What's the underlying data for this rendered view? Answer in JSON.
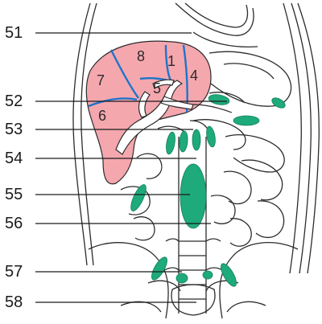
{
  "colors": {
    "liver": "#f5a7ae",
    "segment_line": "#1f74c9",
    "lymph_node": "#1eaa7a",
    "outline": "#2b2b2b"
  },
  "callouts": [
    "51",
    "52",
    "53",
    "54",
    "55",
    "56",
    "57",
    "58"
  ],
  "segments": [
    "1",
    "4",
    "5",
    "6",
    "7",
    "8"
  ]
}
